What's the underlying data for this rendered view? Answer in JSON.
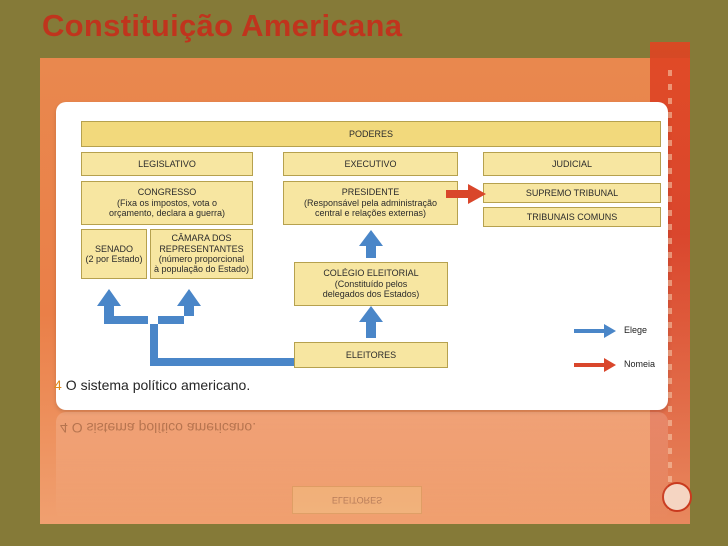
{
  "slide": {
    "title": "Constituição Americana"
  },
  "diagram": {
    "poderes": "PODERES",
    "legislativo": "LEGISLATIVO",
    "executivo": "EXECUTIVO",
    "judicial": "JUDICIAL",
    "congresso": {
      "title": "CONGRESSO",
      "line1": "(Fixa os impostos, vota o",
      "line2": "orçamento,  declara a guerra)"
    },
    "senado": {
      "line1": "SENADO",
      "line2": "(2 por Estado)"
    },
    "camara": {
      "line1": "CÂMARA DOS",
      "line2": "REPRESENTANTES",
      "line3": "(número proporcional",
      "line4": "à população do Estado)"
    },
    "presidente": {
      "title": "PRESIDENTE",
      "line1": "(Responsável pela administração",
      "line2": "central e relações externas)"
    },
    "supremo": "SUPREMO TRIBUNAL",
    "tribunais": "TRIBUNAIS COMUNS",
    "colegio": {
      "title": "COLÉGIO ELEITORIAL",
      "line1": "(Constituído pelos",
      "line2": "delegados dos Estados)"
    },
    "eleitores": "ELEITORES",
    "legend": {
      "elege": "Elege",
      "nomeia": "Nomeia"
    },
    "legend_colors": {
      "elege": "#4a86c8",
      "nomeia": "#d9462b"
    },
    "caption_number": "4",
    "caption_text": "O sistema político americano."
  }
}
